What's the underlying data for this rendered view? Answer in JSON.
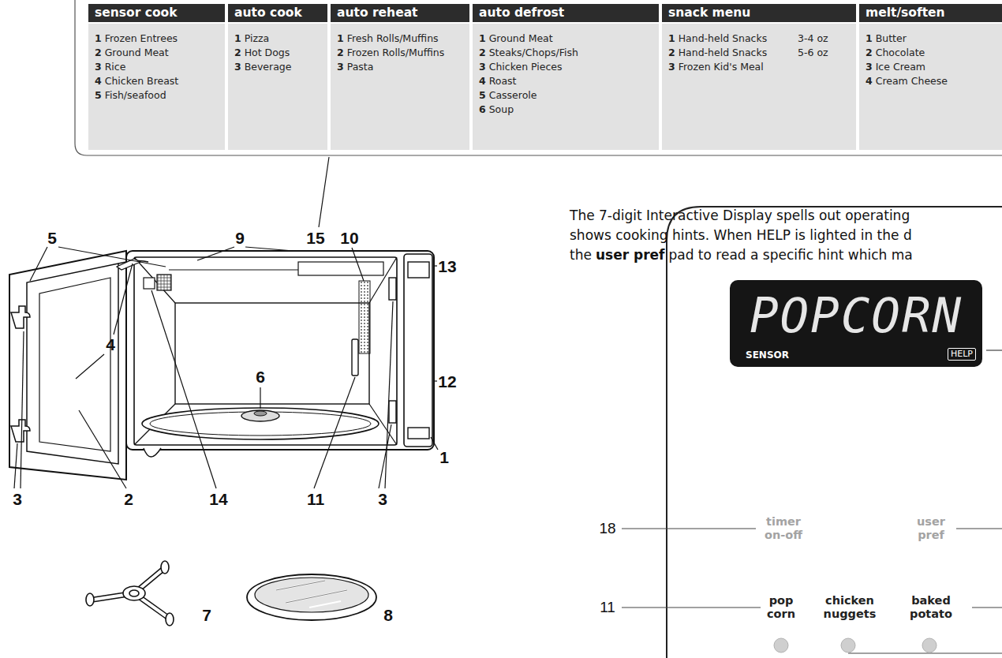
{
  "diagram": {
    "nodes": [
      {
        "text": [
          "sensor cook",
          "1 Frozen Entrees",
          "2 Ground Meat",
          "3 Rice",
          "4 Chicken Breast",
          "5 Fish/seafood"
        ]
      },
      {
        "text": [
          "auto cook",
          "1 Pizza",
          "2 Hot Dogs",
          "3 Beverage"
        ]
      },
      {
        "text": [
          "auto reheat",
          "1 Fresh Rolls/Muffins",
          "2 Frozen Rolls/Muffins",
          "3 Pasta"
        ]
      },
      {
        "text": [
          "auto defrost",
          "1 Ground Meat",
          "2 Steaks/Chops/Fish",
          "3 Chicken Pieces",
          "4 Roast",
          "5 Casserole",
          "6 Soup"
        ]
      },
      {
        "text": [
          "snack menu",
          "1 Hand-held Snacks",
          "3-4 oz",
          "2 Hand-held Snacks",
          "5-6 oz",
          "3 Frozen Kid's Meal"
        ]
      },
      {
        "text": [
          "melt/soften",
          "1 Butter",
          "2 Chocolate",
          "3 Ice Cream",
          "4 Cream Cheese"
        ]
      },
      {
        "text": [
          "POPCORN",
          "SENSOR"
        ]
      },
      {
        "text": [
          "HELP"
        ],
        "in": 6
      }
    ],
    "labels": [
      "The 7-digit Interactive Display spells out operating",
      "shows cooking hints. When HELP is lighted in the d",
      "the",
      "user pref",
      "pad to read a specific hint which ma",
      "5",
      "9",
      "15",
      "10",
      "13",
      "12",
      "1",
      "6",
      "4",
      "3",
      "2",
      "14",
      "11",
      "3",
      "7",
      "8",
      "18",
      "11",
      "timer on-off",
      "user pref",
      "pop corn",
      "chicken nuggets",
      "baked potato"
    ]
  }
}
